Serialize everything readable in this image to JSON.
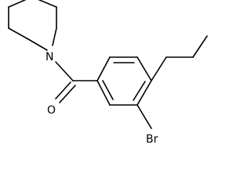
{
  "molecule": {
    "atoms": {
      "nitrogen": "N",
      "oxygen": "O",
      "bromine": "Br"
    },
    "colors": {
      "bond": "#000000",
      "background": "#ffffff"
    }
  }
}
